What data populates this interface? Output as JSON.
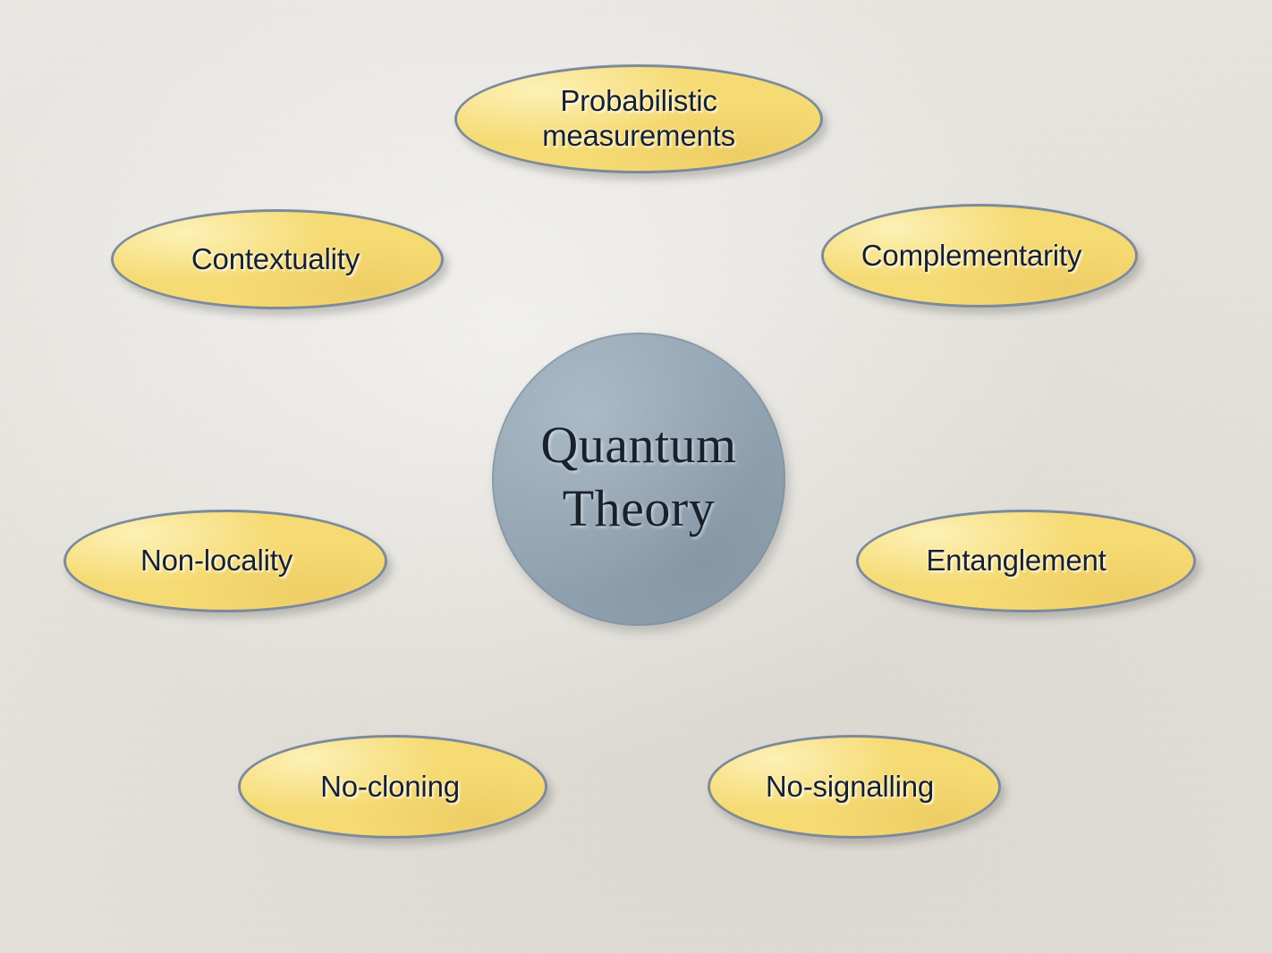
{
  "diagram": {
    "type": "concept-map",
    "title": "Quantum Theory",
    "background_color": "#e7e4de",
    "center": {
      "label": "Quantum\nTheory",
      "shape": "circle",
      "fill_color": "#93a4b2",
      "text_color": "#17222c"
    },
    "satellite_style": {
      "shape": "ellipse",
      "fill_color": "#f6da6f",
      "border_color": "#7d8a9b",
      "text_color": "#18202a"
    },
    "satellites": [
      {
        "id": "probabilistic",
        "label": "Probabilistic\nmeasurements",
        "position": "top"
      },
      {
        "id": "contextuality",
        "label": "Contextuality",
        "position": "upper-left"
      },
      {
        "id": "complementarity",
        "label": "Complementarity",
        "position": "upper-right"
      },
      {
        "id": "nonlocality",
        "label": "Non-locality",
        "position": "middle-left"
      },
      {
        "id": "entanglement",
        "label": "Entanglement",
        "position": "middle-right"
      },
      {
        "id": "nocloning",
        "label": "No-cloning",
        "position": "lower-left"
      },
      {
        "id": "nosignalling",
        "label": "No-signalling",
        "position": "lower-right"
      }
    ]
  }
}
